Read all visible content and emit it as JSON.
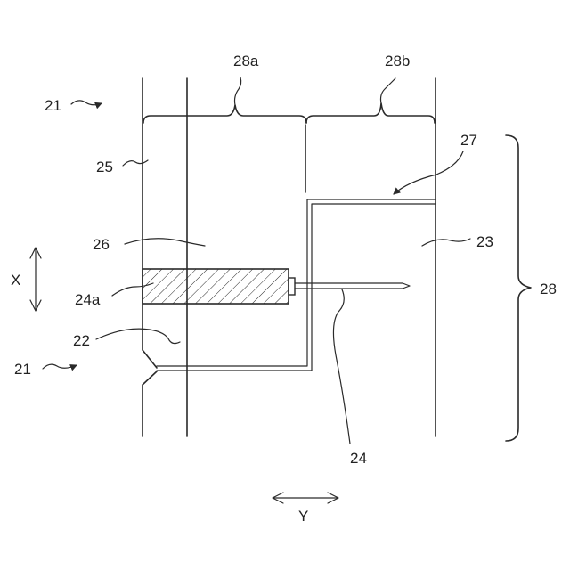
{
  "labels": {
    "l21_top": "21",
    "l21_bottom": "21",
    "l22": "22",
    "l23": "23",
    "l24": "24",
    "l24a": "24a",
    "l25": "25",
    "l26": "26",
    "l27": "27",
    "l28": "28",
    "l28a": "28a",
    "l28b": "28b",
    "axis_x": "X",
    "axis_y": "Y"
  },
  "colors": {
    "line": "#2a2a2a",
    "hatch": "#2a2a2a",
    "background": "#ffffff"
  }
}
